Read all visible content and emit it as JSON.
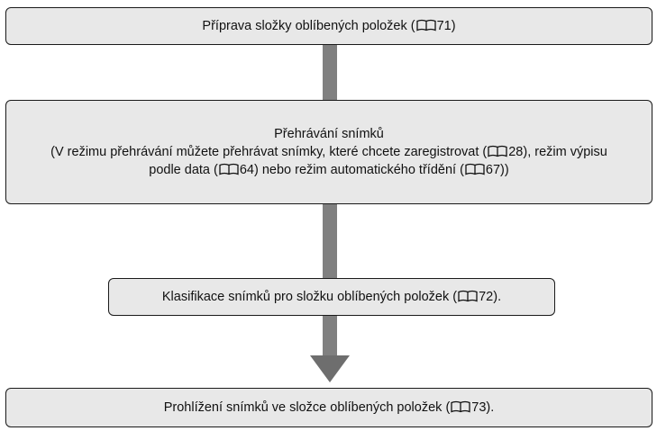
{
  "steps": [
    {
      "id": "step1",
      "lines": [
        {
          "before": "Příprava složky oblíbených položek (",
          "ref": "71",
          "after": ")"
        }
      ]
    },
    {
      "id": "step2",
      "lines": [
        {
          "before": "Přehrávání snímků"
        },
        {
          "before": "(V režimu přehrávání můžete přehrávat snímky, které chcete zaregistrovat (",
          "ref": "28",
          "after": "), režim výpisu"
        },
        {
          "before": "podle data (",
          "ref": "64",
          "after": ") nebo režim automatického třídění (",
          "ref2": "67",
          "after2": "))"
        }
      ]
    },
    {
      "id": "step3",
      "lines": [
        {
          "before": "Klasifikace snímků pro složku oblíbených položek (",
          "ref": "72",
          "after": ")."
        }
      ]
    },
    {
      "id": "step4",
      "lines": [
        {
          "before": "Prohlížení snímků ve složce oblíbených položek (",
          "ref": "73",
          "after": ")."
        }
      ]
    }
  ],
  "colors": {
    "box_fill": "#e8e8e8",
    "box_border": "#1a1a1a",
    "connector": "#808080",
    "arrowhead": "#6e6e6e"
  },
  "icons": {
    "page_reference": "book-icon"
  }
}
